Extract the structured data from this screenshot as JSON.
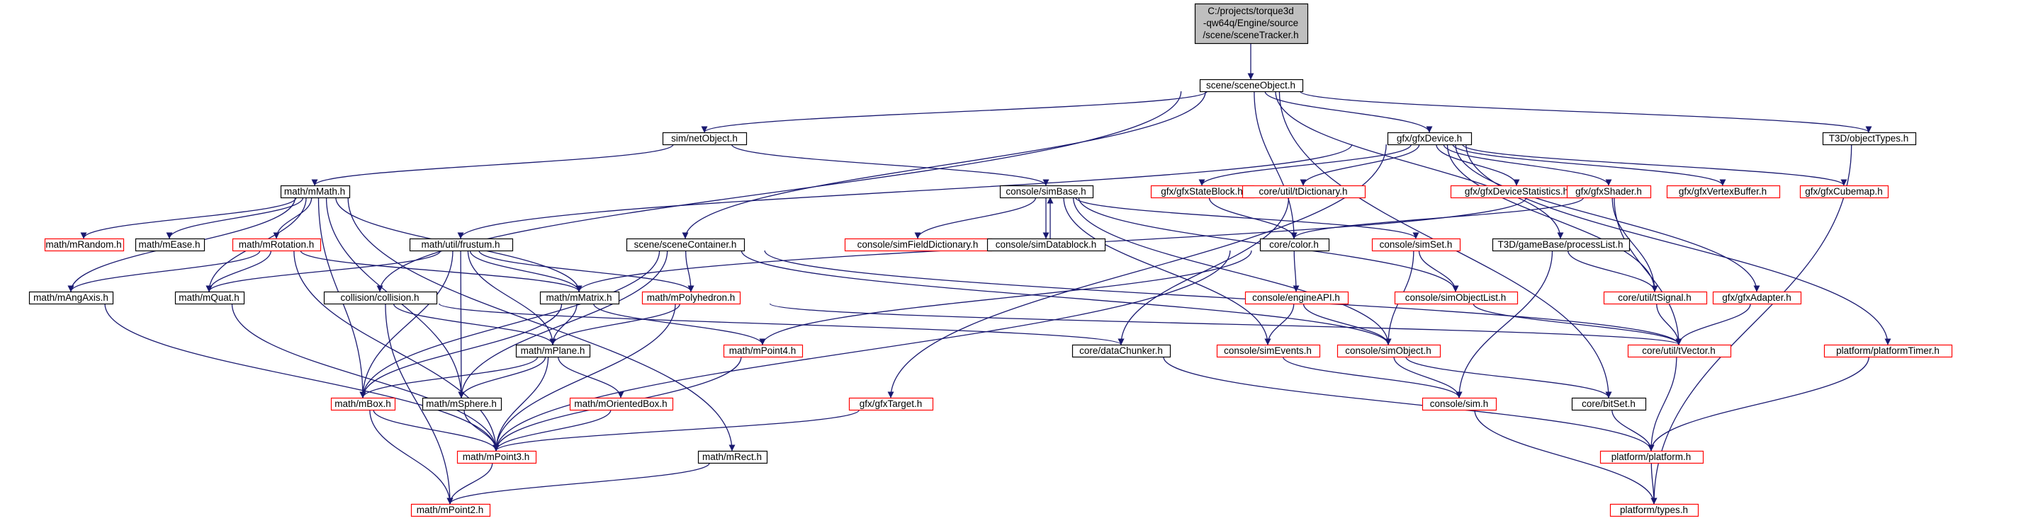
{
  "colors": {
    "background": "#ffffff",
    "root_fill": "#bfbfbf",
    "node_fill": "#ffffff",
    "found_border": "#000000",
    "missing_border": "#ff0000",
    "edge": "#191970"
  },
  "root": {
    "id": "sceneTracker",
    "lines": [
      "C:/projects/torque3d",
      "-qw64q/Engine/source",
      "/scene/sceneTracker.h"
    ]
  },
  "nodes": [
    {
      "id": "sceneObject",
      "label": "scene/sceneObject.h",
      "missing": false
    },
    {
      "id": "netObject",
      "label": "sim/netObject.h",
      "missing": false
    },
    {
      "id": "gfxDevice",
      "label": "gfx/gfxDevice.h",
      "missing": false
    },
    {
      "id": "objectTypes",
      "label": "T3D/objectTypes.h",
      "missing": false
    },
    {
      "id": "mMath",
      "label": "math/mMath.h",
      "missing": false
    },
    {
      "id": "simBase",
      "label": "console/simBase.h",
      "missing": false
    },
    {
      "id": "gfxStateBlock",
      "label": "gfx/gfxStateBlock.h",
      "missing": true
    },
    {
      "id": "tDictionary",
      "label": "core/util/tDictionary.h",
      "missing": true
    },
    {
      "id": "gfxDeviceStatistics",
      "label": "gfx/gfxDeviceStatistics.h",
      "missing": true
    },
    {
      "id": "gfxShader",
      "label": "gfx/gfxShader.h",
      "missing": true
    },
    {
      "id": "gfxVertexBuffer",
      "label": "gfx/gfxVertexBuffer.h",
      "missing": true
    },
    {
      "id": "gfxCubemap",
      "label": "gfx/gfxCubemap.h",
      "missing": true
    },
    {
      "id": "mRandom",
      "label": "math/mRandom.h",
      "missing": true
    },
    {
      "id": "mEase",
      "label": "math/mEase.h",
      "missing": false
    },
    {
      "id": "mRotation",
      "label": "math/mRotation.h",
      "missing": true
    },
    {
      "id": "frustum",
      "label": "math/util/frustum.h",
      "missing": false
    },
    {
      "id": "sceneContainer",
      "label": "scene/sceneContainer.h",
      "missing": false
    },
    {
      "id": "simFieldDictionary",
      "label": "console/simFieldDictionary.h",
      "missing": true
    },
    {
      "id": "simDatablock",
      "label": "console/simDatablock.h",
      "missing": false
    },
    {
      "id": "color",
      "label": "core/color.h",
      "missing": false
    },
    {
      "id": "simSet",
      "label": "console/simSet.h",
      "missing": true
    },
    {
      "id": "processList",
      "label": "T3D/gameBase/processList.h",
      "missing": false
    },
    {
      "id": "mAngAxis",
      "label": "math/mAngAxis.h",
      "missing": false
    },
    {
      "id": "mQuat",
      "label": "math/mQuat.h",
      "missing": false
    },
    {
      "id": "collision",
      "label": "collision/collision.h",
      "missing": false
    },
    {
      "id": "mMatrix",
      "label": "math/mMatrix.h",
      "missing": false
    },
    {
      "id": "mPolyhedron",
      "label": "math/mPolyhedron.h",
      "missing": true
    },
    {
      "id": "engineAPI",
      "label": "console/engineAPI.h",
      "missing": true
    },
    {
      "id": "simObjectList",
      "label": "console/simObjectList.h",
      "missing": true
    },
    {
      "id": "tSignal",
      "label": "core/util/tSignal.h",
      "missing": true
    },
    {
      "id": "gfxAdapter",
      "label": "gfx/gfxAdapter.h",
      "missing": true
    },
    {
      "id": "mPlane",
      "label": "math/mPlane.h",
      "missing": false
    },
    {
      "id": "dataChunker",
      "label": "core/dataChunker.h",
      "missing": false
    },
    {
      "id": "simEvents",
      "label": "console/simEvents.h",
      "missing": true
    },
    {
      "id": "simObject",
      "label": "console/simObject.h",
      "missing": true
    },
    {
      "id": "mPoint4",
      "label": "math/mPoint4.h",
      "missing": true
    },
    {
      "id": "tVector",
      "label": "core/util/tVector.h",
      "missing": true
    },
    {
      "id": "platformTimer",
      "label": "platform/platformTimer.h",
      "missing": true
    },
    {
      "id": "mBox",
      "label": "math/mBox.h",
      "missing": true
    },
    {
      "id": "mSphere",
      "label": "math/mSphere.h",
      "missing": false
    },
    {
      "id": "mOrientedBox",
      "label": "math/mOrientedBox.h",
      "missing": true
    },
    {
      "id": "gfxTarget",
      "label": "gfx/gfxTarget.h",
      "missing": true
    },
    {
      "id": "sim",
      "label": "console/sim.h",
      "missing": true
    },
    {
      "id": "bitSet",
      "label": "core/bitSet.h",
      "missing": false
    },
    {
      "id": "mPoint3",
      "label": "math/mPoint3.h",
      "missing": true
    },
    {
      "id": "mRect",
      "label": "math/mRect.h",
      "missing": false
    },
    {
      "id": "platform",
      "label": "platform/platform.h",
      "missing": true
    },
    {
      "id": "mPoint2",
      "label": "math/mPoint2.h",
      "missing": true
    },
    {
      "id": "types",
      "label": "platform/types.h",
      "missing": true
    }
  ],
  "edges": [
    [
      "sceneTracker",
      "sceneObject"
    ],
    [
      "sceneObject",
      "netObject"
    ],
    [
      "sceneObject",
      "gfxDevice"
    ],
    [
      "sceneObject",
      "objectTypes"
    ],
    [
      "sceneObject",
      "sceneContainer"
    ],
    [
      "sceneObject",
      "collision"
    ],
    [
      "sceneObject",
      "color"
    ],
    [
      "sceneObject",
      "processList"
    ],
    [
      "sceneObject",
      "bitSet"
    ],
    [
      "netObject",
      "mMath"
    ],
    [
      "netObject",
      "simBase"
    ],
    [
      "gfxDevice",
      "gfxStateBlock"
    ],
    [
      "gfxDevice",
      "tDictionary"
    ],
    [
      "gfxDevice",
      "gfxDeviceStatistics"
    ],
    [
      "gfxDevice",
      "gfxShader"
    ],
    [
      "gfxDevice",
      "gfxVertexBuffer"
    ],
    [
      "gfxDevice",
      "gfxCubemap"
    ],
    [
      "gfxDevice",
      "frustum"
    ],
    [
      "gfxDevice",
      "gfxAdapter"
    ],
    [
      "gfxDevice",
      "platformTimer"
    ],
    [
      "gfxDevice",
      "gfxTarget"
    ],
    [
      "gfxDevice",
      "tSignal"
    ],
    [
      "objectTypes",
      "types"
    ],
    [
      "mMath",
      "mRandom"
    ],
    [
      "mMath",
      "mEase"
    ],
    [
      "mMath",
      "mRotation"
    ],
    [
      "mMath",
      "mAngAxis"
    ],
    [
      "mMath",
      "mQuat"
    ],
    [
      "mMath",
      "mMatrix"
    ],
    [
      "mMath",
      "mBox"
    ],
    [
      "mMath",
      "mSphere"
    ],
    [
      "mMath",
      "mRect"
    ],
    [
      "simBase",
      "simFieldDictionary"
    ],
    [
      "simBase",
      "simDatablock"
    ],
    [
      "simBase",
      "simSet"
    ],
    [
      "simBase",
      "simObjectList"
    ],
    [
      "simBase",
      "simObject"
    ],
    [
      "simBase",
      "simEvents"
    ],
    [
      "simDatablock",
      "simBase"
    ],
    [
      "gfxStateBlock",
      "color"
    ],
    [
      "tDictionary",
      "dataChunker"
    ],
    [
      "gfxShader",
      "color"
    ],
    [
      "gfxShader",
      "tSignal"
    ],
    [
      "gfxShader",
      "tVector"
    ],
    [
      "gfxShader",
      "mMatrix"
    ],
    [
      "mRotation",
      "mAngAxis"
    ],
    [
      "mRotation",
      "mQuat"
    ],
    [
      "mRotation",
      "mMatrix"
    ],
    [
      "mRotation",
      "mPoint3"
    ],
    [
      "frustum",
      "mQuat"
    ],
    [
      "frustum",
      "mMatrix"
    ],
    [
      "frustum",
      "mPolyhedron"
    ],
    [
      "frustum",
      "mPlane"
    ],
    [
      "frustum",
      "mBox"
    ],
    [
      "frustum",
      "mSphere"
    ],
    [
      "sceneContainer",
      "mPolyhedron"
    ],
    [
      "sceneContainer",
      "mBox"
    ],
    [
      "sceneContainer",
      "mSphere"
    ],
    [
      "sceneContainer",
      "simObject"
    ],
    [
      "sceneContainer",
      "tVector"
    ],
    [
      "color",
      "engineAPI"
    ],
    [
      "color",
      "mPoint4"
    ],
    [
      "color",
      "mPoint3"
    ],
    [
      "simSet",
      "simObjectList"
    ],
    [
      "simSet",
      "simObject"
    ],
    [
      "processList",
      "tSignal"
    ],
    [
      "processList",
      "sim"
    ],
    [
      "mAngAxis",
      "mPoint3"
    ],
    [
      "mQuat",
      "mPoint3"
    ],
    [
      "collision",
      "mPlane"
    ],
    [
      "collision",
      "mPoint2"
    ],
    [
      "collision",
      "dataChunker"
    ],
    [
      "mMatrix",
      "mPlane"
    ],
    [
      "mMatrix",
      "mPoint4"
    ],
    [
      "mMatrix",
      "mBox"
    ],
    [
      "mPolyhedron",
      "mPlane"
    ],
    [
      "mPolyhedron",
      "mPoint3"
    ],
    [
      "mPolyhedron",
      "tVector"
    ],
    [
      "engineAPI",
      "simEvents"
    ],
    [
      "engineAPI",
      "simObject"
    ],
    [
      "simObjectList",
      "tVector"
    ],
    [
      "tSignal",
      "tVector"
    ],
    [
      "gfxAdapter",
      "tVector"
    ],
    [
      "mPlane",
      "mBox"
    ],
    [
      "mPlane",
      "mSphere"
    ],
    [
      "mPlane",
      "mOrientedBox"
    ],
    [
      "mPlane",
      "mPoint3"
    ],
    [
      "dataChunker",
      "platform"
    ],
    [
      "simEvents",
      "sim"
    ],
    [
      "simObject",
      "sim"
    ],
    [
      "simObject",
      "bitSet"
    ],
    [
      "mPoint4",
      "mPoint3"
    ],
    [
      "tVector",
      "platform"
    ],
    [
      "platformTimer",
      "platform"
    ],
    [
      "mBox",
      "mPoint3"
    ],
    [
      "mBox",
      "mPoint2"
    ],
    [
      "mSphere",
      "mPoint3"
    ],
    [
      "mOrientedBox",
      "mPoint3"
    ],
    [
      "gfxTarget",
      "mPoint3"
    ],
    [
      "sim",
      "types"
    ],
    [
      "bitSet",
      "platform"
    ],
    [
      "mPoint3",
      "mPoint2"
    ],
    [
      "mRect",
      "mPoint2"
    ],
    [
      "platform",
      "types"
    ]
  ]
}
